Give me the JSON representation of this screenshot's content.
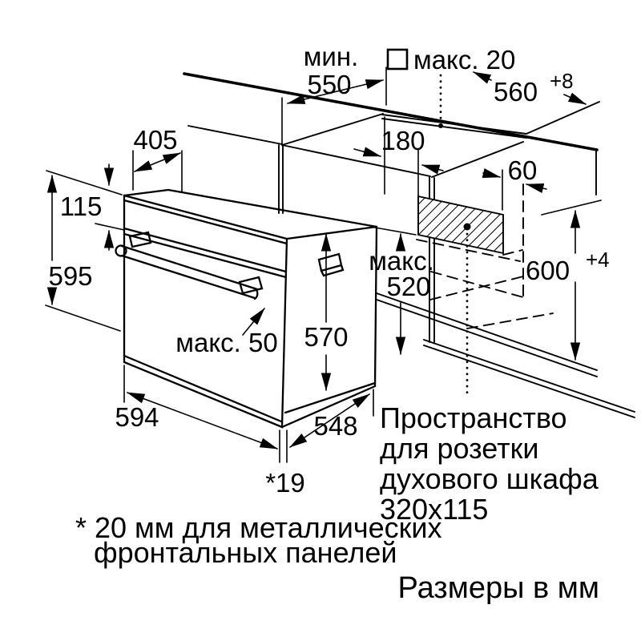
{
  "diagram": {
    "title_hint": "oven installation drawing",
    "units_note": "Размеры в мм",
    "dims": {
      "min_word": "мин.",
      "min_value": "550",
      "max20": "макс. 20",
      "d560": "560",
      "d560_sup": "+8",
      "d405": "405",
      "d115": "115",
      "d595": "595",
      "d180": "180",
      "d60": "60",
      "max520_word": "макс.",
      "max520_value": "520",
      "d600": "600",
      "d600_sup": "+4",
      "d570": "570",
      "max50": "макс. 50",
      "d594": "594",
      "d548": "548",
      "d19": "*19"
    },
    "socket_note": {
      "line1": "Пространство",
      "line2": "для розетки",
      "line3": "духового шкафа",
      "line4": "320x115"
    },
    "footnote": {
      "line1": "* 20 мм для металлических",
      "line2": "фронтальных панелей"
    }
  }
}
